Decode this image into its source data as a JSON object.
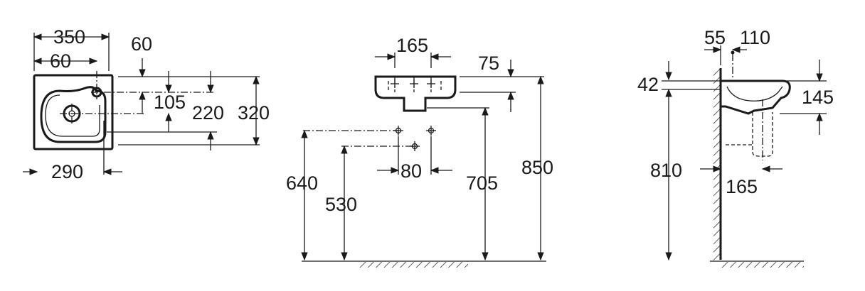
{
  "views": {
    "top": {
      "width_total": "350",
      "width_to_tap": "60",
      "tap_offset_top": "60",
      "tap_to_bowl": "105",
      "depth_to_bowl_center": "220",
      "depth_total": "320",
      "width_bottom": "290"
    },
    "front": {
      "hole_spacing": "165",
      "rim_thickness": "75",
      "hole_spacing_small": "80",
      "supply_height_high": "640",
      "supply_height_low": "530",
      "bowl_bottom_height": "705",
      "rim_height": "850"
    },
    "side": {
      "wall_gap": "55",
      "tap_distance": "110",
      "rim_top": "42",
      "bowl_depth": "145",
      "waste_height": "810",
      "waste_offset": "165"
    }
  }
}
